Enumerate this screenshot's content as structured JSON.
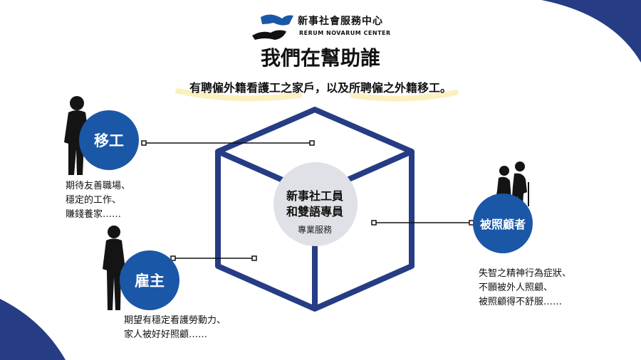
{
  "colors": {
    "primary": "#1b57a7",
    "navy": "#263c84",
    "center_bg": "#dfe1e6",
    "highlight": "#fbf0bf",
    "silhouette": "#141414"
  },
  "brand": {
    "name_zh": "新事社會服務中心",
    "name_en": "RERUM NOVARUM CENTER"
  },
  "title": "我們在幫助誰",
  "subtitle": "有聘僱外籍看護工之家戶，以及所聘僱之外籍移工。",
  "center": {
    "line1": "新事社工員",
    "line2": "和雙語專員",
    "sub": "專業服務"
  },
  "nodes": {
    "migrant": {
      "label": "移工",
      "notes": [
        "期待友善職場、",
        "穩定的工作、",
        "賺錢養家……"
      ]
    },
    "employer": {
      "label": "雇主",
      "notes": [
        "期望有穩定看護勞動力、",
        "家人被好好照顧……"
      ]
    },
    "care": {
      "label": "被照顧者",
      "notes": [
        "失智之精神行為症狀、",
        "不願被外人照顧、",
        "被照顧得不舒服……"
      ]
    }
  }
}
